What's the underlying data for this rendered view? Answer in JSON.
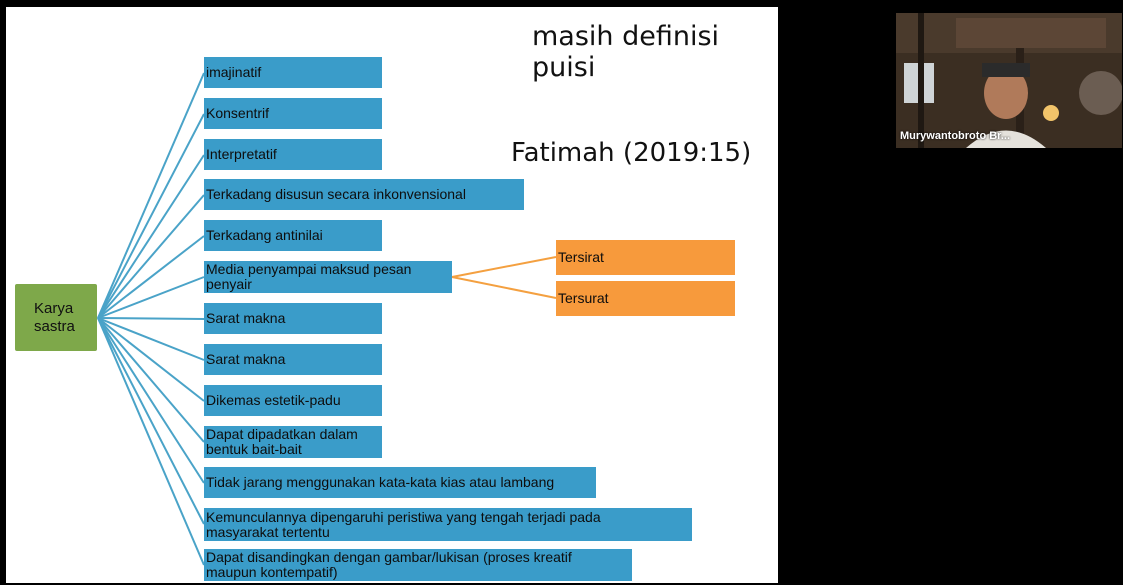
{
  "slide": {
    "title": "masih definisi puisi",
    "source": "Fatimah (2019:15)",
    "root": "Karya sastra",
    "branches": [
      "imajinatif",
      "Konsentrif",
      "Interpretatif",
      "Terkadang disusun secara inkonvensional",
      "Terkadang antinilai",
      "Media penyampai maksud pesan penyair",
      "Sarat makna",
      "Sarat makna",
      "Dikemas estetik-padu",
      "Dapat dipadatkan dalam bentuk bait-bait",
      "Tidak jarang menggunakan kata-kata kias atau lambang",
      "Kemunculannya dipengaruhi peristiwa yang tengah terjadi pada masyarakat tertentu",
      "Dapat disandingkan dengan gambar/lukisan (proses kreatif maupun kontempatif)"
    ],
    "sub_branches": [
      "Tersirat",
      "Tersurat"
    ],
    "colors": {
      "root": "#7ea84a",
      "branch": "#3a9cc9",
      "sub_branch": "#f79a3c",
      "branch_line": "#4aa3c8",
      "sub_line": "#f4a040"
    }
  },
  "video": {
    "participant_name": "Murywantobroto Br..."
  }
}
